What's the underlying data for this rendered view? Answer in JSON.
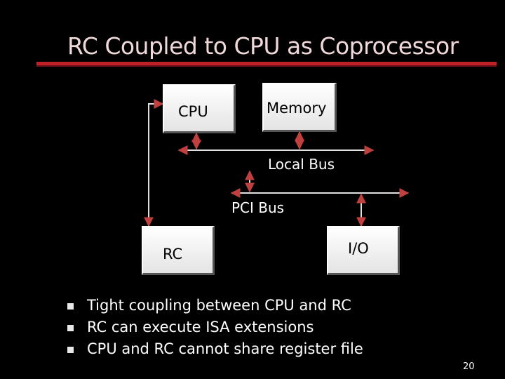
{
  "title": "RC Coupled to CPU as Coprocessor",
  "diagram": {
    "cpu_label": "CPU",
    "memory_label": "Memory",
    "local_bus_label": "Local Bus",
    "pci_bus_label": "PCI Bus",
    "rc_label": "RC",
    "io_label": "I/O",
    "line_color": "#ffffff",
    "bus_label_color": "#ffffff"
  },
  "bullets": [
    "Tight coupling between CPU and RC",
    "RC can execute ISA extensions",
    "CPU and RC cannot share register file"
  ],
  "page_number": "20",
  "colors": {
    "background": "#000000",
    "title_rule": "#c0202a"
  }
}
